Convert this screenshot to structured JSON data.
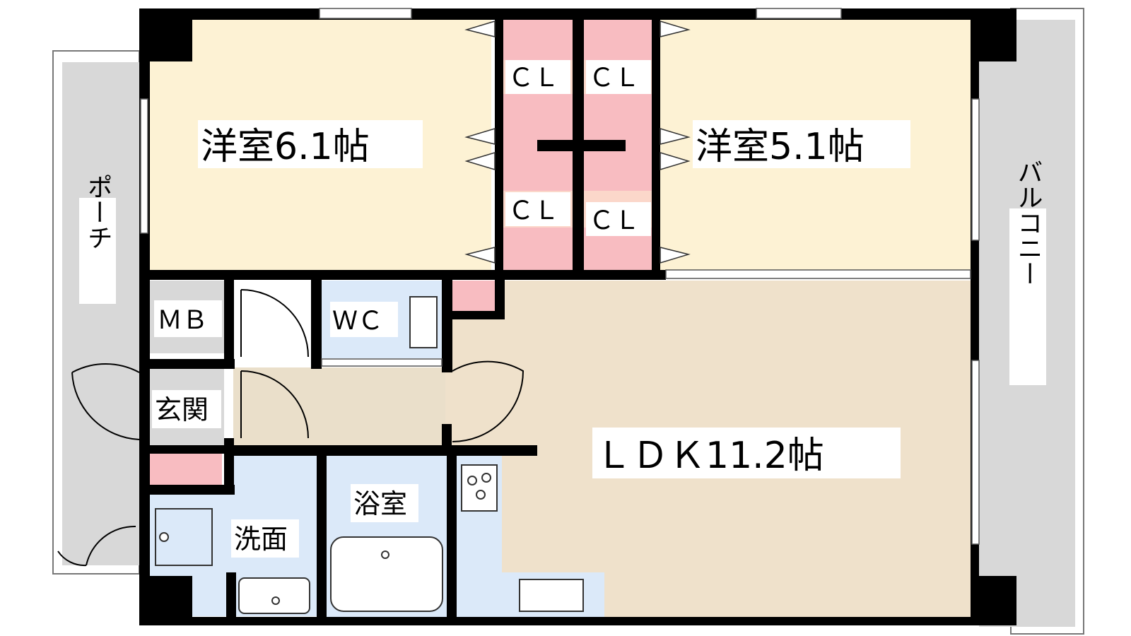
{
  "rooms": {
    "western_room_left": "洋室6.1帖",
    "western_room_right": "洋室5.1帖",
    "ldk": "ＬＤＫ11.2帖",
    "entrance": "玄関",
    "washroom": "洗面",
    "bathroom": "浴室",
    "wc": "ＷＣ",
    "meter_box": "ＭＢ"
  },
  "closets": {
    "cl_top_left": "ＣＬ",
    "cl_top_right": "ＣＬ",
    "cl_bottom_left": "ＣＬ",
    "cl_bottom_right": "ＣＬ"
  },
  "outdoor": {
    "porch": "ポーチ",
    "balcony": "バルコニー"
  },
  "colors": {
    "bedroom_floor": "#fdf2d4",
    "ldk_floor": "#efe1cb",
    "wet_area": "#dbe9f9",
    "storage": "#f8bcc1",
    "exterior": "#d8d8d8",
    "hallway": "#eadfca",
    "wall": "#000000"
  }
}
